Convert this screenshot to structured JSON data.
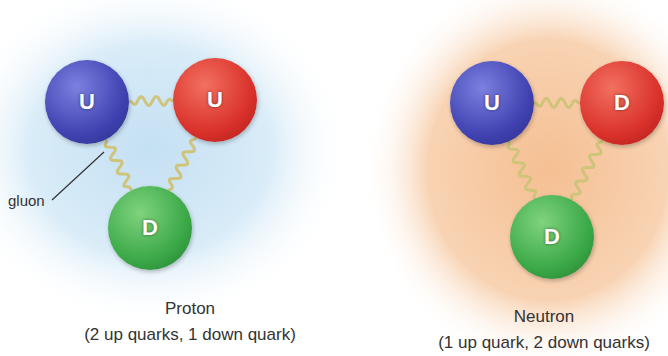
{
  "diagram": {
    "nodes": [
      {
        "text": [
          "Proton",
          "(2 up quarks, 1 down quark)"
        ]
      },
      {
        "text": [
          "U"
        ],
        "in": 0
      },
      {
        "text": [
          "U"
        ],
        "in": 0
      },
      {
        "text": [
          "D"
        ],
        "in": 0
      },
      {
        "text": [
          "Neutron",
          "(1 up quark, 2 down quarks)"
        ]
      },
      {
        "text": [
          "U"
        ],
        "in": 4
      },
      {
        "text": [
          "D"
        ],
        "in": 4
      },
      {
        "text": [
          "D"
        ],
        "in": 4
      }
    ],
    "edges": [
      {
        "from": 1,
        "to": 2,
        "arrow": "none"
      },
      {
        "from": 1,
        "to": 3,
        "arrow": "none"
      },
      {
        "from": 2,
        "to": 3,
        "arrow": "none"
      },
      {
        "from": 5,
        "to": 6,
        "arrow": "none"
      },
      {
        "from": 5,
        "to": 7,
        "arrow": "none"
      },
      {
        "from": 6,
        "to": 7,
        "arrow": "none"
      }
    ],
    "labels": [
      "gluon"
    ]
  }
}
